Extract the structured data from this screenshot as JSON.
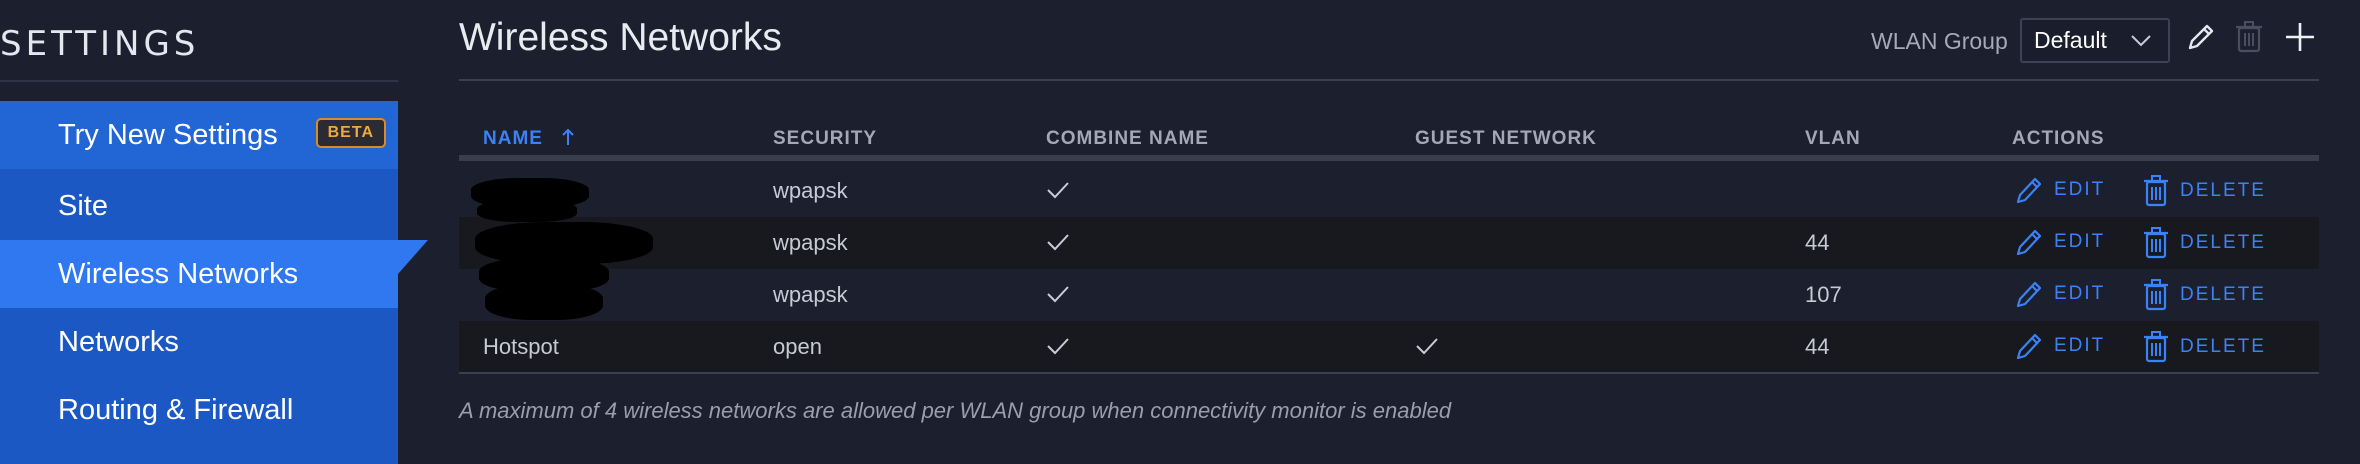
{
  "sidebar": {
    "title": "SETTINGS",
    "items": [
      {
        "label": "Try New Settings",
        "badge": "BETA"
      },
      {
        "label": "Site"
      },
      {
        "label": "Wireless Networks"
      },
      {
        "label": "Networks"
      },
      {
        "label": "Routing & Firewall"
      }
    ]
  },
  "header": {
    "title": "Wireless Networks",
    "wlan_group_label": "WLAN Group",
    "wlan_group_value": "Default"
  },
  "table": {
    "columns": {
      "name": "NAME",
      "security": "SECURITY",
      "combine_name": "COMBINE NAME",
      "guest_network": "GUEST NETWORK",
      "vlan": "VLAN",
      "actions": "ACTIONS"
    },
    "rows": [
      {
        "name": "",
        "security": "wpapsk",
        "combine": true,
        "guest": false,
        "vlan": ""
      },
      {
        "name": "",
        "security": "wpapsk",
        "combine": true,
        "guest": false,
        "vlan": "44"
      },
      {
        "name": "",
        "security": "wpapsk",
        "combine": true,
        "guest": false,
        "vlan": "107"
      },
      {
        "name": "Hotspot",
        "security": "open",
        "combine": true,
        "guest": true,
        "vlan": "44"
      }
    ],
    "edit_label": "EDIT",
    "delete_label": "DELETE"
  },
  "footnote": "A maximum of 4 wireless networks are allowed per WLAN group when connectivity monitor is enabled",
  "colors": {
    "accent": "#3b82f6",
    "sidebar": "#1c58c4",
    "active": "#2f78f0",
    "beta": "#f0a742"
  }
}
